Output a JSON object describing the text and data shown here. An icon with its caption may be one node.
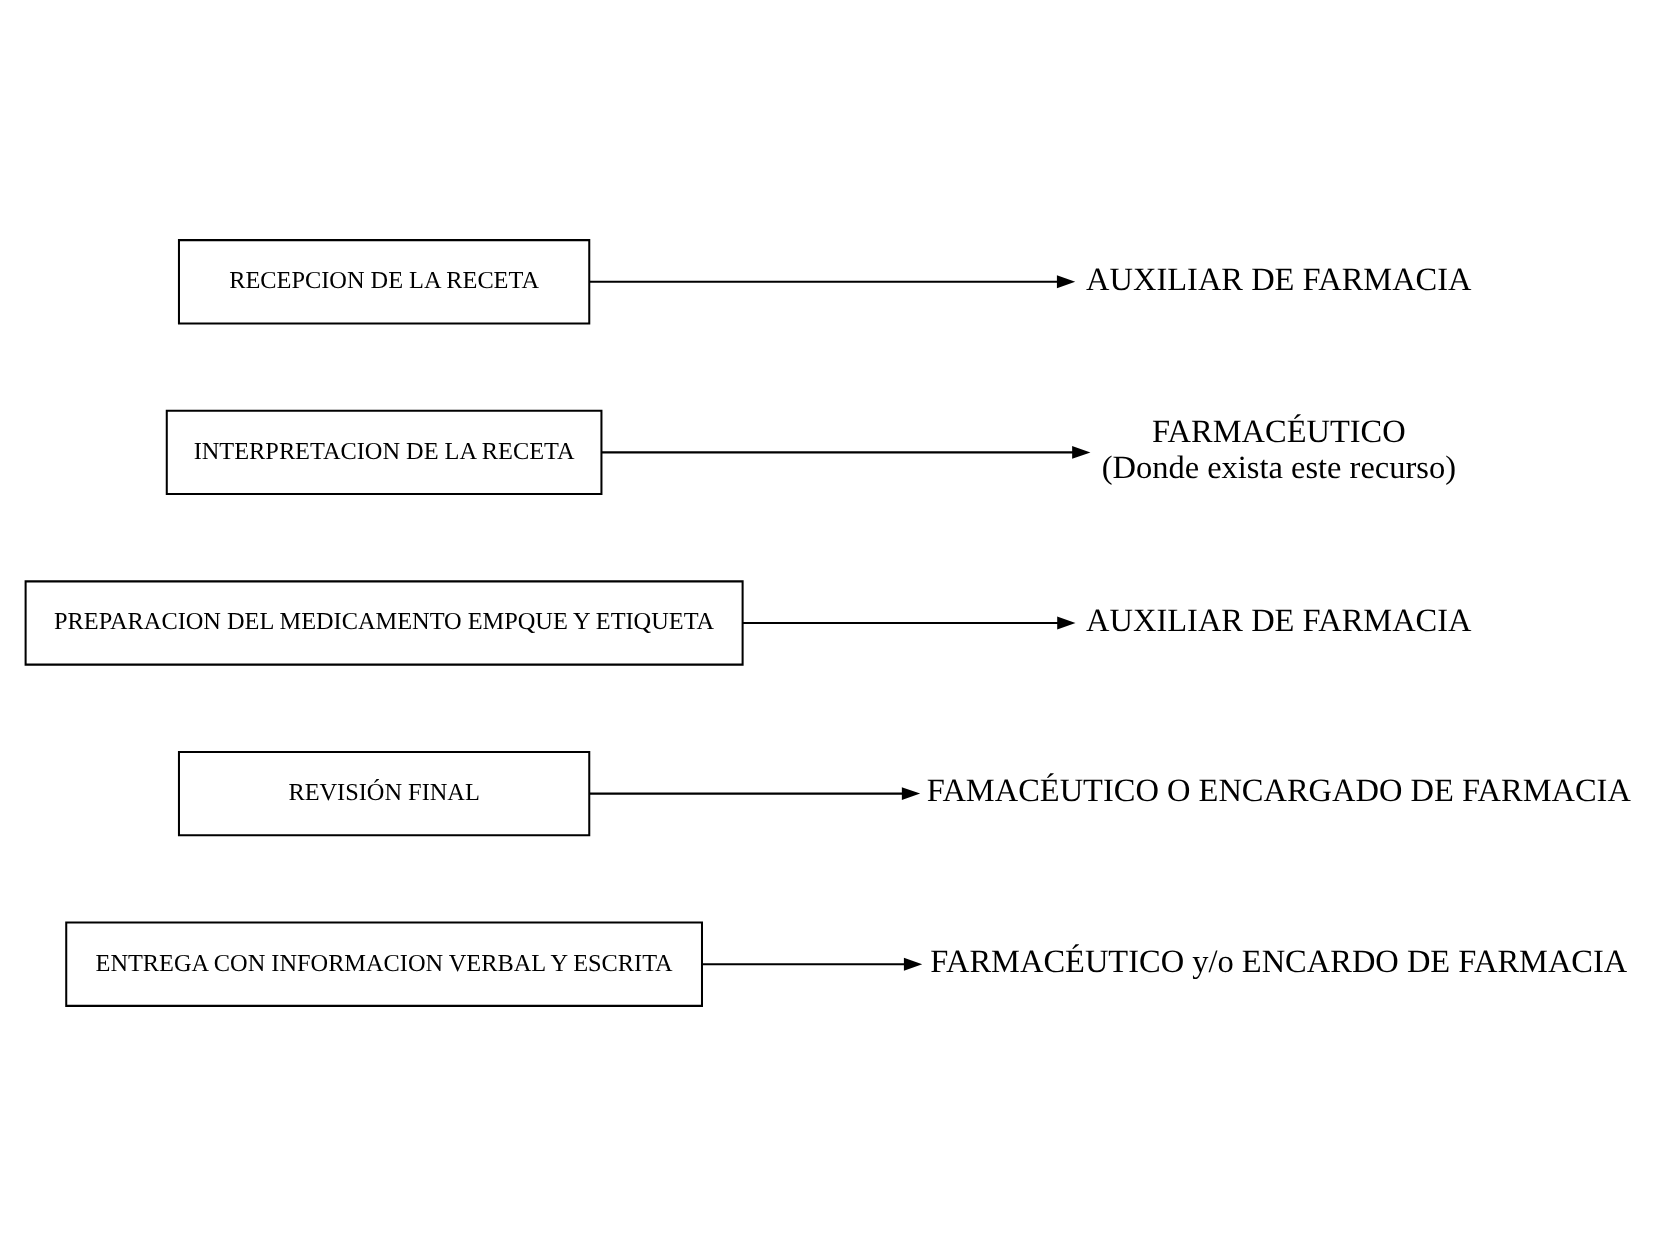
{
  "diagram": {
    "nodes": [
      {
        "text": [
          "RECEPCION DE LA RECETA"
        ]
      },
      {
        "text": [
          "AUXILIAR DE FARMACIA"
        ]
      },
      {
        "text": [
          "INTERPRETACION DE LA RECETA"
        ]
      },
      {
        "text": [
          "FARMACÉUTICO",
          "(Donde exista este recurso)"
        ]
      },
      {
        "text": [
          "PREPARACION DEL MEDICAMENTO EMPQUE Y ETIQUETA"
        ]
      },
      {
        "text": [
          "AUXILIAR DE FARMACIA"
        ]
      },
      {
        "text": [
          "REVISIÓN FINAL"
        ]
      },
      {
        "text": [
          "FAMACÉUTICO O ENCARGADO DE FARMACIA"
        ]
      },
      {
        "text": [
          "ENTREGA CON INFORMACION VERBAL Y ESCRITA"
        ]
      },
      {
        "text": [
          "FARMACÉUTICO y/o ENCARDO DE FARMACIA"
        ]
      }
    ],
    "edges": [
      {
        "from": 0,
        "to": 1,
        "arrow": "to"
      },
      {
        "from": 2,
        "to": 3,
        "arrow": "to"
      },
      {
        "from": 4,
        "to": 5,
        "arrow": "to"
      },
      {
        "from": 6,
        "to": 7,
        "arrow": "to"
      },
      {
        "from": 8,
        "to": 9,
        "arrow": "to"
      }
    ]
  }
}
